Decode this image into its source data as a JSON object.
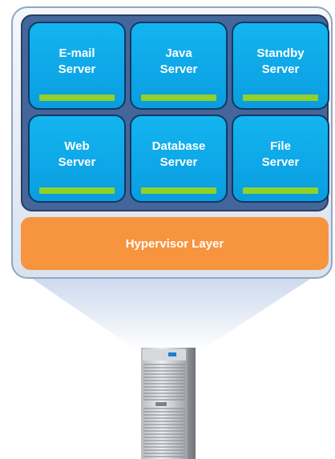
{
  "diagram": {
    "vms": [
      {
        "label": "E-mail\nServer"
      },
      {
        "label": "Java\nServer"
      },
      {
        "label": "Standby\nServer"
      },
      {
        "label": "Web\nServer"
      },
      {
        "label": "Database\nServer"
      },
      {
        "label": "File\nServer"
      }
    ],
    "hypervisor": {
      "label": "Hypervisor Layer"
    },
    "colors": {
      "host_border": "#8fa7c6",
      "vm_panel": "#45669a",
      "vm_fill": "#0aa4e4",
      "vm_bar": "#8fd22a",
      "hypervisor": "#f7943e",
      "beam": "#c8d6ec"
    },
    "icons": {
      "server": "rack-server-icon"
    }
  }
}
